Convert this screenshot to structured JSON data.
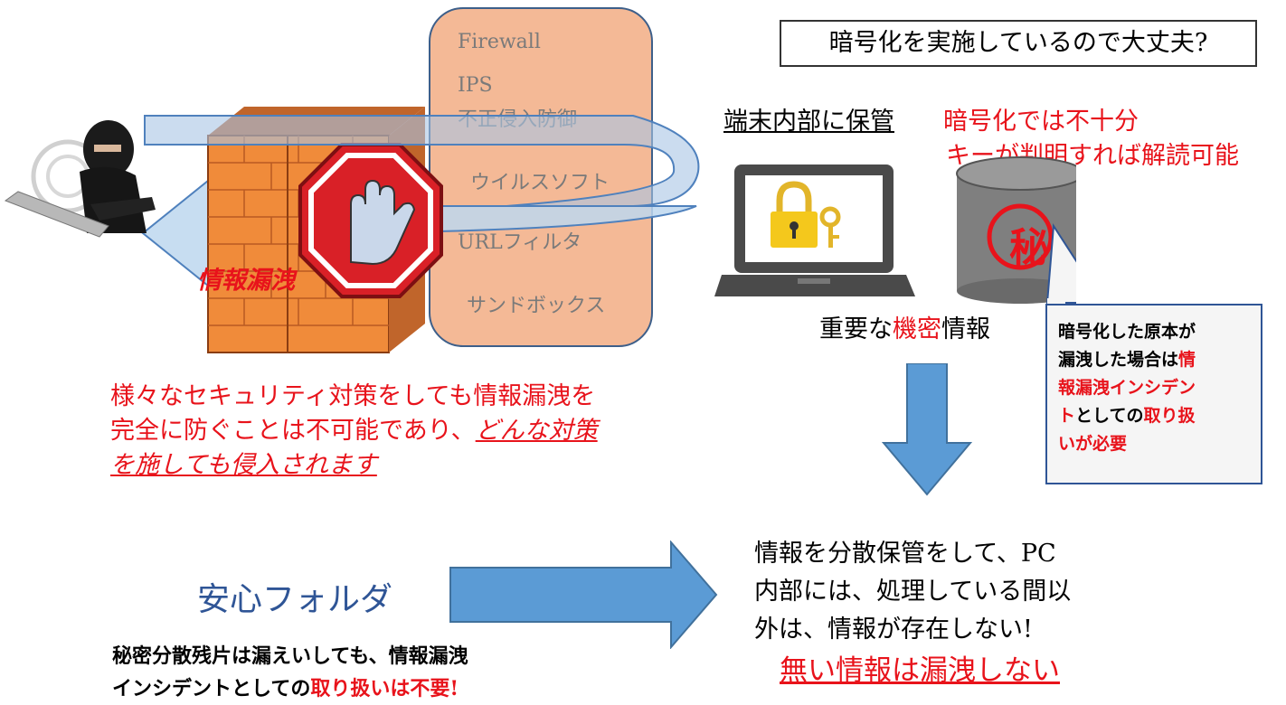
{
  "left_panel": {
    "firewall_layers": [
      "Firewall",
      "IPS",
      "不正侵入防御",
      "ウイルスソフト",
      "URLフィルタ",
      "サンドボックス"
    ],
    "leak_label": "情報漏洩",
    "warning_line1": "様々なセキュリティ対策をしても情報漏洩を",
    "warning_line2": "完全に防ぐことは不可能であり、",
    "warning_line2_emph": "どんな対策",
    "warning_line3_emph": "を施しても侵入されます"
  },
  "right_panel": {
    "question": "暗号化を実施しているので大丈夫?",
    "storage_label": "端末内部に保管",
    "insufficient_line1": "暗号化では不十分",
    "insufficient_line2": "キーが判明すれば解読可能",
    "secret_mark": "秘",
    "important_pre": "重要な",
    "important_red": "機密",
    "important_post": "情報",
    "callout_l1": "暗号化した原本が",
    "callout_l2_black": "漏洩した場合は",
    "callout_l2_red": "情",
    "callout_l3_red": "報漏洩インシデン",
    "callout_l4_red": "ト",
    "callout_l4_black": "としての",
    "callout_l4_red2": "取り扱",
    "callout_l5_red": "いが必要"
  },
  "bottom": {
    "product_name": "安心フォルダ",
    "note_line1": "秘密分散残片は漏えいしても、情報漏洩",
    "note_line2_black": "インシデントとしての",
    "note_line2_red": "取り扱いは不要!",
    "result_line1": "情報を分散保管をして、PC",
    "result_line2": "内部には、処理している間以",
    "result_line3": "外は、情報が存在しない!",
    "conclusion": "無い情報は漏洩しない"
  },
  "colors": {
    "accent_red": "#e8131b",
    "arrow_blue": "#5b9bd5",
    "brand_blue": "#2f5596",
    "firewall_orange": "#f4b996"
  }
}
